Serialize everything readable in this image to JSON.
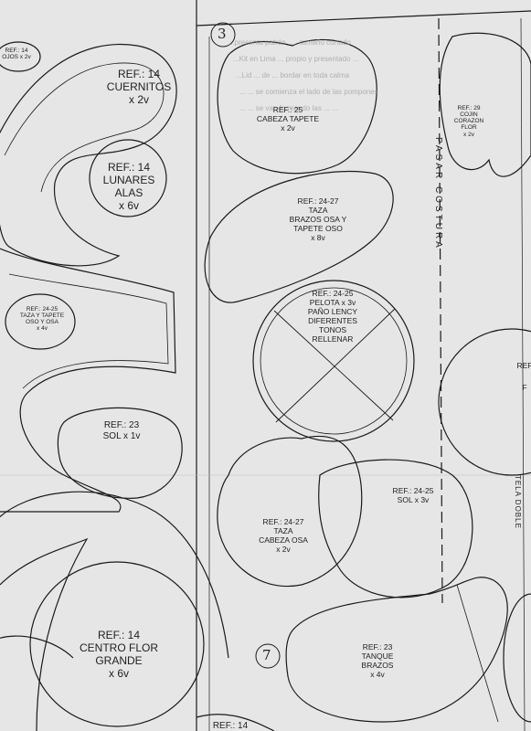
{
  "sheet": {
    "step_marks": [
      "3",
      "7"
    ],
    "vertical_labels": [
      "PASAR COSTURA",
      "TELA DOBLE"
    ],
    "bleed_text": [
      "...presenta patrón ..... tamaño cortado",
      "...Kit en Lima ... propio y presentado ...",
      "...Lid ... de ... bordar en toda calma",
      "... ... se comienza el lado de las pompones",
      "... ... se van formando las ... ..."
    ]
  },
  "pieces": [
    {
      "id": "ojos",
      "lines": [
        "REF.: 14",
        "OJOS x 2v"
      ]
    },
    {
      "id": "cuernitos",
      "lines": [
        "REF.: 14",
        "CUERNITOS",
        "x 2v"
      ]
    },
    {
      "id": "lunares-alas",
      "lines": [
        "REF.: 14",
        "LUNARES",
        "ALAS",
        "x 6v"
      ]
    },
    {
      "id": "taza-tapete",
      "lines": [
        "REF.: 24-25",
        "TAZA Y TAPETE",
        "OSO Y OSA",
        "x 4v"
      ]
    },
    {
      "id": "sol-1",
      "lines": [
        "REF.: 23",
        "SOL x 1v"
      ]
    },
    {
      "id": "centro-flor",
      "lines": [
        "REF.: 14",
        "CENTRO FLOR",
        "GRANDE",
        "x 6v"
      ]
    },
    {
      "id": "ref-bottom",
      "lines": [
        "REF.: 14"
      ]
    },
    {
      "id": "cabeza-tapete",
      "lines": [
        "REF.: 25",
        "CABEZA TAPETE",
        "x 2v"
      ]
    },
    {
      "id": "cojin-corazon",
      "lines": [
        "REF.: 29",
        "COJIN",
        "CORAZON",
        "FLOR",
        "x 2v"
      ]
    },
    {
      "id": "taza-brazos",
      "lines": [
        "REF.: 24-27",
        "TAZA",
        "BRAZOS OSA Y",
        "TAPETE OSO",
        "x 8v"
      ]
    },
    {
      "id": "pelota",
      "lines": [
        "REF.: 24-25",
        "PELOTA x 3v",
        "PAÑO LENCY",
        "DIFERENTES",
        "TONOS",
        "RELLENAR"
      ]
    },
    {
      "id": "taza-cabeza",
      "lines": [
        "REF.: 24-27",
        "TAZA",
        "CABEZA OSA",
        "x 2v"
      ]
    },
    {
      "id": "sol-3",
      "lines": [
        "REF.: 24-25",
        "SOL x 3v"
      ]
    },
    {
      "id": "tanque-brazos",
      "lines": [
        "REF.: 23",
        "TANQUE",
        "BRAZOS",
        "x 4v"
      ]
    },
    {
      "id": "ref-edge",
      "lines": [
        "REF",
        "F"
      ]
    }
  ]
}
